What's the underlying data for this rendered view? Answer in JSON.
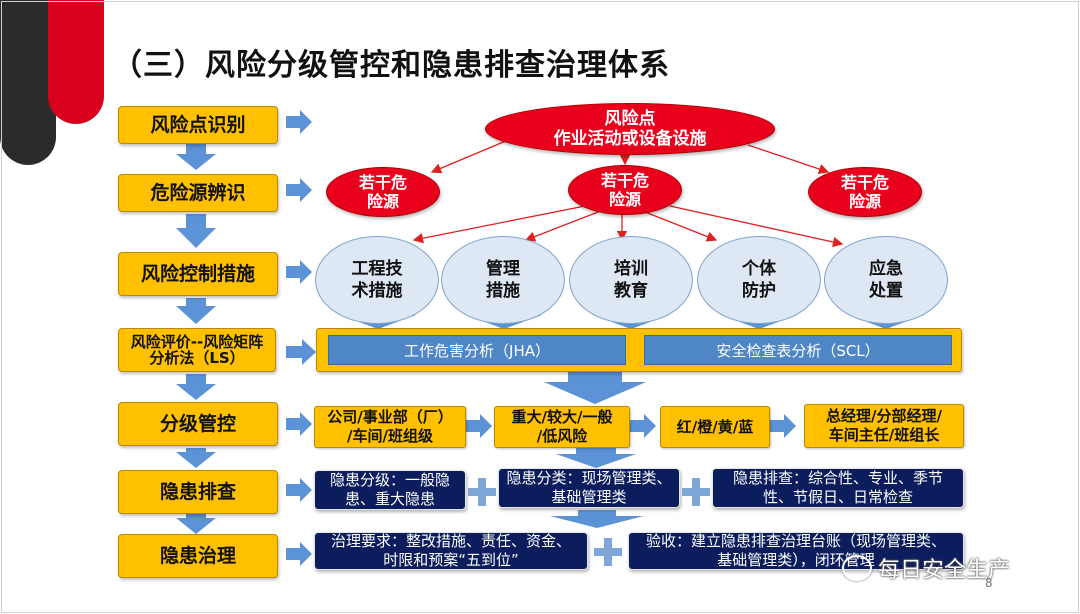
{
  "title": "（三）风险分级管控和隐患排查治理体系",
  "steps": [
    "风险点识别",
    "危险源辨识",
    "风险控制措施",
    "风险评价--风险矩阵分析法（LS）",
    "分级管控",
    "隐患排查",
    "隐患治理"
  ],
  "risk_point": {
    "line1": "风险点",
    "line2": "作业活动或设备设施"
  },
  "hazards": [
    {
      "line1": "若干危",
      "line2": "险源"
    },
    {
      "line1": "若干危",
      "line2": "险源"
    },
    {
      "line1": "若干危",
      "line2": "险源"
    }
  ],
  "measures": [
    {
      "line1": "工程技",
      "line2": "术措施"
    },
    {
      "line1": "管理",
      "line2": "措施"
    },
    {
      "line1": "培训",
      "line2": "教育"
    },
    {
      "line1": "个体",
      "line2": "防护"
    },
    {
      "line1": "应急",
      "line2": "处置"
    }
  ],
  "analysis": [
    "工作危害分析（JHA）",
    "安全检查表分析（SCL）"
  ],
  "grading": [
    {
      "line1": "公司/事业部（厂）",
      "line2": "/车间/班组级"
    },
    {
      "line1": "重大/较大/一般",
      "line2": "/低风险"
    },
    {
      "line1": "红/橙/黄/蓝",
      "line2": ""
    },
    {
      "line1": "总经理/分部经理/",
      "line2": "车间主任/班组长"
    }
  ],
  "inspection": [
    {
      "line1": "隐患分级：一般隐",
      "line2": "患、重大隐患"
    },
    {
      "line1": "隐患分类：现场管理类、",
      "line2": "基础管理类"
    },
    {
      "line1": "隐患排查：综合性、专业、季节",
      "line2": "性、节假日、日常检查"
    }
  ],
  "governance": [
    {
      "line1": "治理要求：整改措施、责任、资金、",
      "line2": "时限和预案“五到位”"
    },
    {
      "line1": "验收：建立隐患排查治理台账（现场管理类、",
      "line2": "基础管理类），闭环管理"
    }
  ],
  "watermark": "每日安全生产",
  "page_number": "8",
  "colors": {
    "accent_red": "#e8001d",
    "step_yellow": "#ffc000",
    "navy": "#0c1d5e",
    "blue_bar": "#4f86c6",
    "arrow_blue": "#5b93d6",
    "line_red": "#e02020"
  }
}
